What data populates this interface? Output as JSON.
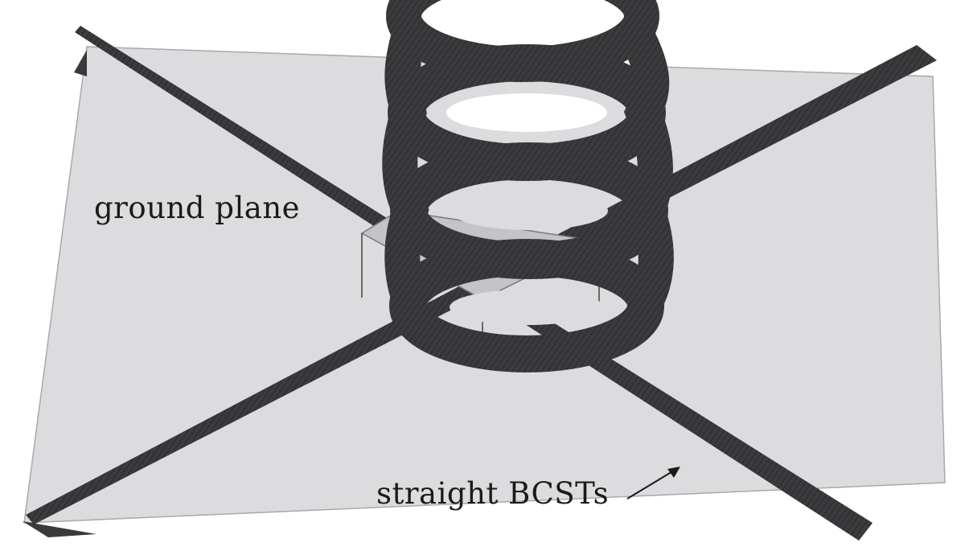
{
  "labels": {
    "ground_plane": "ground plane",
    "straight_bcsts": "straight BCSTs"
  },
  "colors": {
    "plane": "#dcdcdf",
    "plane_edge": "#a9a9ad",
    "conductor": "#3a3a3c",
    "conductor_dark": "#1e1e20",
    "conductor_light": "#5a5a5e",
    "feed_plate": "#bdbdc0",
    "feed_wire": "#6b6b6b",
    "background": "#ffffff"
  },
  "components": [
    "ground-plane",
    "straight-bcst-a",
    "straight-bcst-b",
    "helical-antenna",
    "feed-structure"
  ]
}
